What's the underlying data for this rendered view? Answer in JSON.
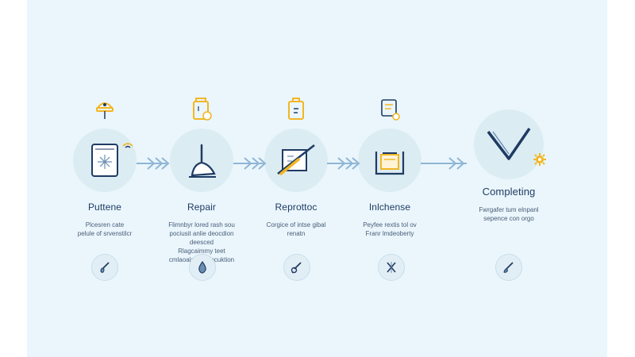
{
  "steps": [
    {
      "title": "Puttene",
      "desc": [
        "Plcesren cate",
        "pelule of srvenstilcr"
      ]
    },
    {
      "title": "Repair",
      "desc": [
        "Flimnbyr lored rash sou",
        "pociusit anlie deocdion",
        "deesced",
        "Rlagcaimmy teet",
        "cmlaoalar eler ecuktion"
      ]
    },
    {
      "title": "Reprottoc",
      "desc": [
        "Corgice of intse gibal",
        "renatn"
      ]
    },
    {
      "title": "Inlchense",
      "desc": [
        "Peyfee rextis tol ov",
        "Franr lmdeoberty"
      ]
    },
    {
      "title": "Completing",
      "desc": [
        "Fwrgafer tum elnpanl",
        "sepence con orgo"
      ]
    }
  ],
  "colors": {
    "navy": "#1f3b63",
    "gold": "#f2b623",
    "arrow": "#8fb6d6",
    "circle": "#dcecf3"
  }
}
